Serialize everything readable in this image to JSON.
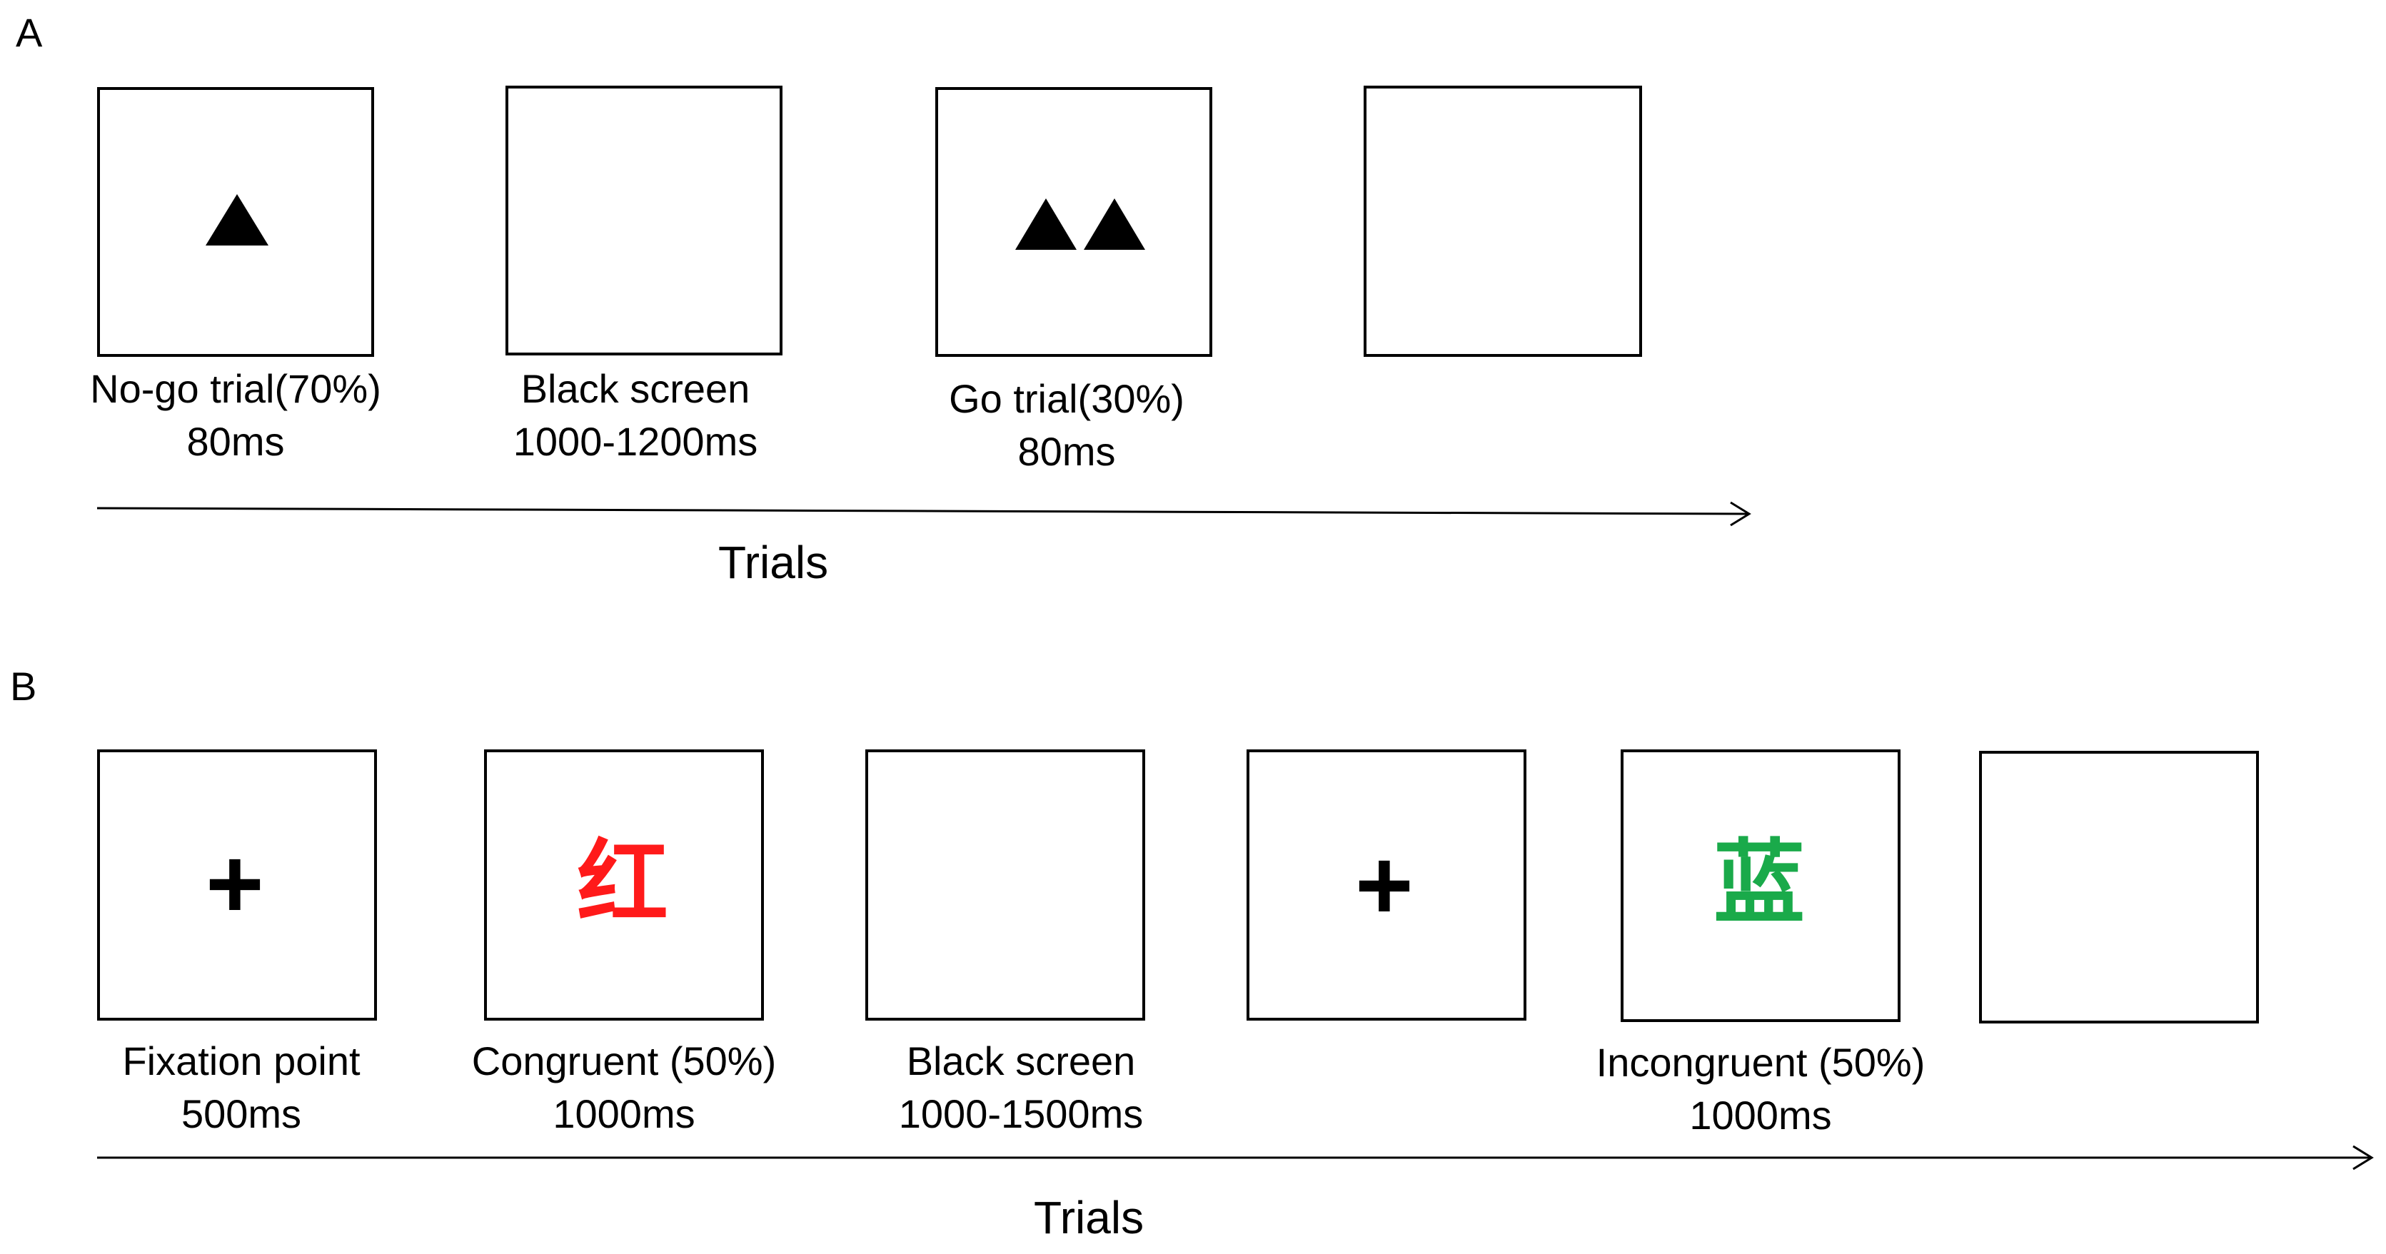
{
  "panel_a": {
    "letter": "A",
    "frames": [
      {
        "stimulus": "single-triangle",
        "caption_line1": "No-go trial(70%)",
        "caption_line2": "80ms"
      },
      {
        "stimulus": "blank",
        "caption_line1": "Black screen",
        "caption_line2": "1000-1200ms"
      },
      {
        "stimulus": "double-triangle",
        "caption_line1": "Go trial(30%)",
        "caption_line2": "80ms"
      },
      {
        "stimulus": "blank",
        "caption_line1": "",
        "caption_line2": ""
      }
    ],
    "axis_label": "Trials"
  },
  "panel_b": {
    "letter": "B",
    "frames": [
      {
        "stimulus": "fixation-cross",
        "symbol": "+",
        "caption_line1": "Fixation point",
        "caption_line2": "500ms"
      },
      {
        "stimulus": "color-word",
        "symbol": "红",
        "color": "#ff1a1a",
        "caption_line1": "Congruent (50%)",
        "caption_line2": "1000ms"
      },
      {
        "stimulus": "blank",
        "caption_line1": "Black screen",
        "caption_line2": "1000-1500ms"
      },
      {
        "stimulus": "fixation-cross",
        "symbol": "+",
        "caption_line1": "",
        "caption_line2": ""
      },
      {
        "stimulus": "color-word",
        "symbol": "蓝",
        "color": "#1aaa4a",
        "caption_line1": "Incongruent (50%)",
        "caption_line2": "1000ms"
      },
      {
        "stimulus": "blank",
        "caption_line1": "",
        "caption_line2": ""
      }
    ],
    "axis_label": "Trials"
  }
}
